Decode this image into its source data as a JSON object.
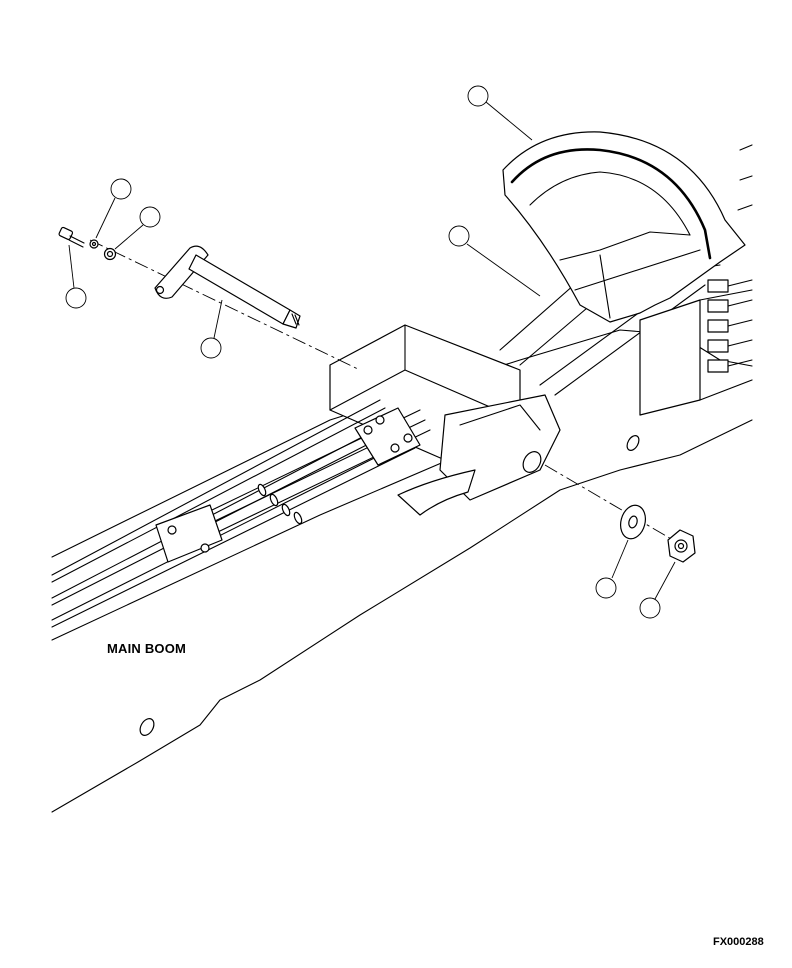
{
  "diagram": {
    "labels": {
      "main_boom": "MAIN BOOM",
      "figure_id": "FX000288"
    },
    "callouts": [
      {
        "id": "callout-guard"
      },
      {
        "id": "callout-upper-boom"
      },
      {
        "id": "callout-washer-small"
      },
      {
        "id": "callout-lock-washer"
      },
      {
        "id": "callout-screw"
      },
      {
        "id": "callout-pin"
      },
      {
        "id": "callout-flat-washer"
      },
      {
        "id": "callout-nut"
      }
    ],
    "parts": [
      "screw",
      "washer-small",
      "lock-washer",
      "pin",
      "flat-washer",
      "nut",
      "guard",
      "hose-bundle",
      "main-boom",
      "upper-boom"
    ]
  }
}
